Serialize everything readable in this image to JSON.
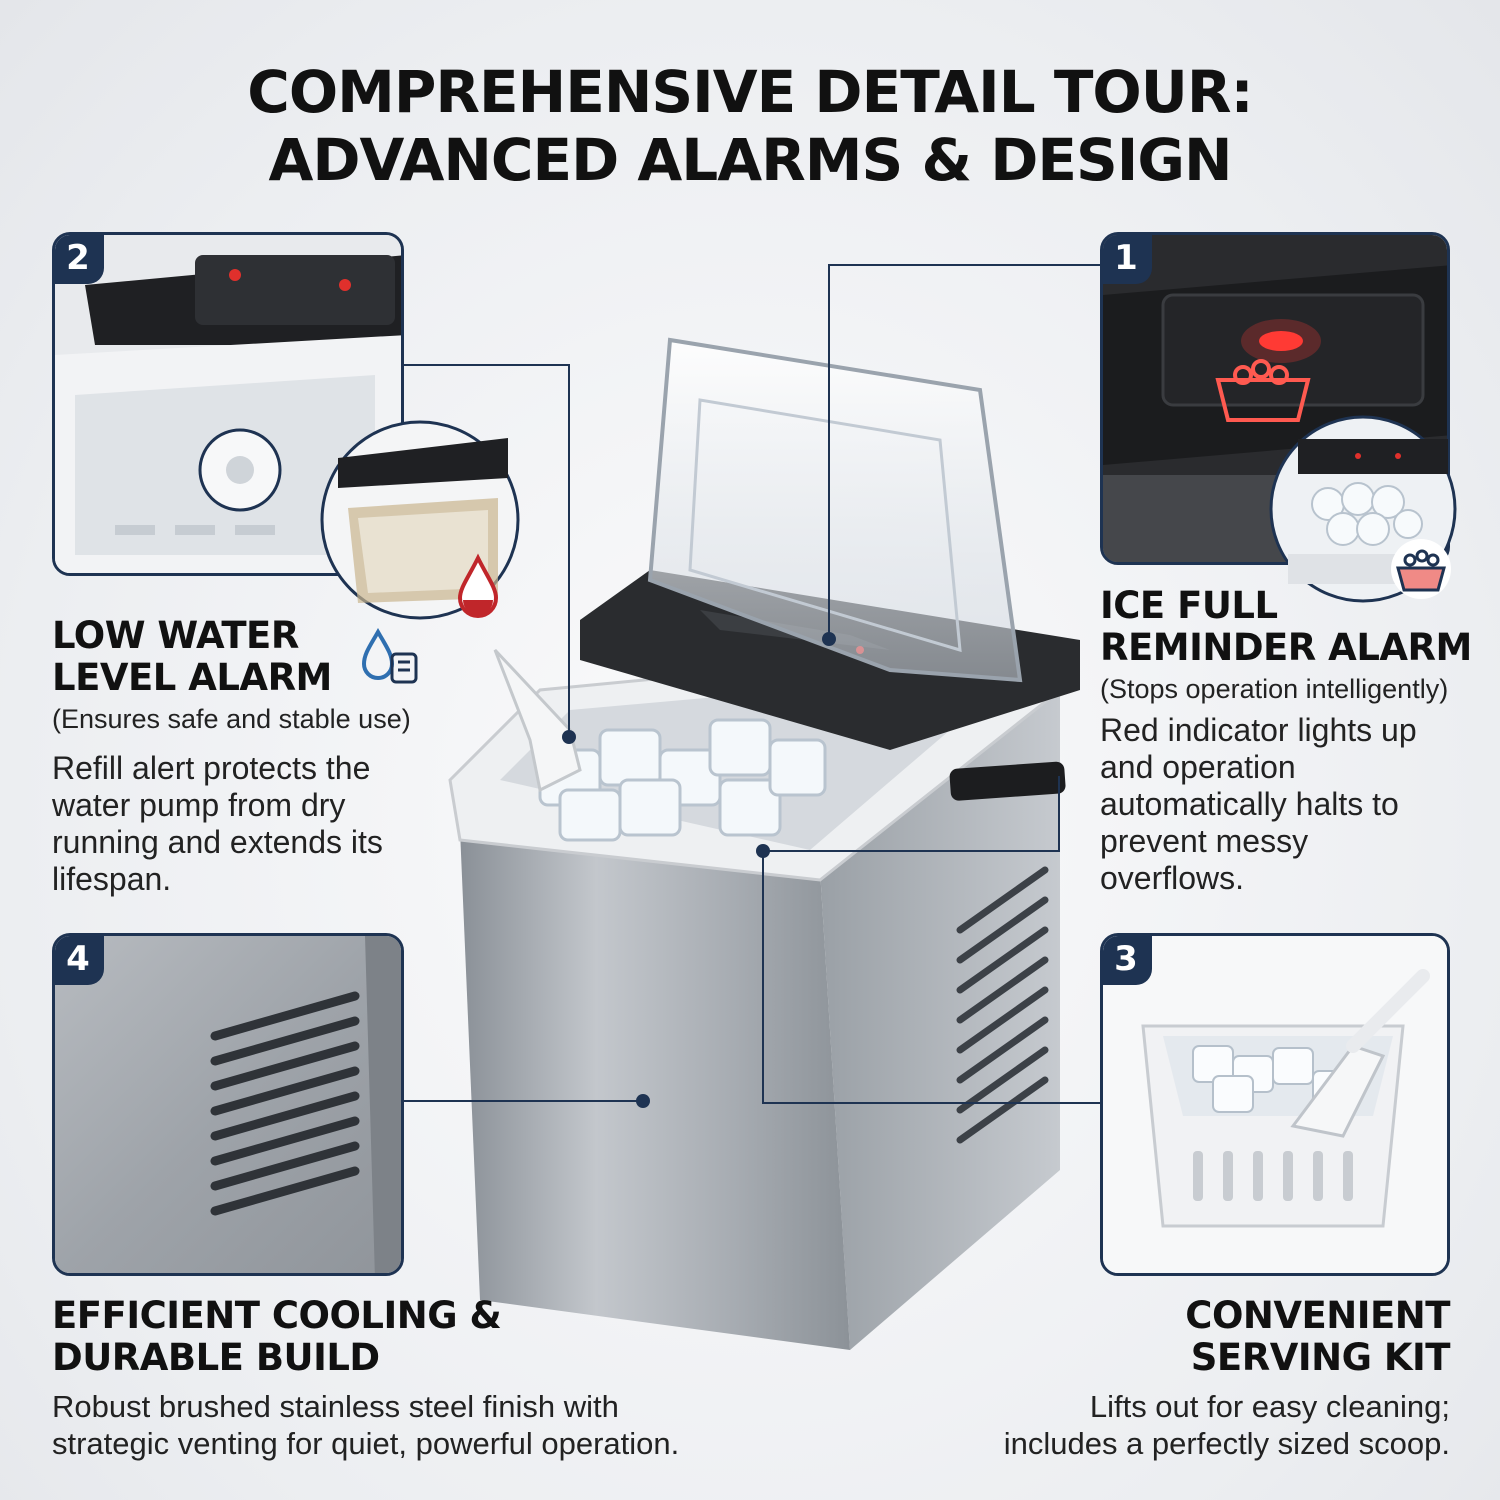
{
  "title": {
    "line1": "COMPREHENSIVE DETAIL TOUR:",
    "line2": "ADVANCED ALARMS & DESIGN"
  },
  "features": {
    "low_water": {
      "badge": "2",
      "heading1": "LOW WATER",
      "heading2": "LEVEL ALARM",
      "subtitle": "(Ensures safe and stable use)",
      "body": [
        "Refill alert protects the",
        "water pump from dry",
        "running and extends its",
        "lifespan."
      ]
    },
    "ice_full": {
      "badge": "1",
      "heading1": "ICE FULL",
      "heading2": "REMINDER ALARM",
      "subtitle": "(Stops operation intelligently)",
      "body": [
        "Red indicator lights up",
        "and operation",
        "automatically halts to",
        "prevent messy",
        "overflows."
      ]
    },
    "cooling": {
      "badge": "4",
      "heading1": "EFFICIENT COOLING &",
      "heading2": "DURABLE BUILD",
      "body": [
        "Robust brushed stainless steel finish with",
        "strategic venting for quiet, powerful operation."
      ]
    },
    "serving": {
      "badge": "3",
      "heading1": "CONVENIENT",
      "heading2": "SERVING KIT",
      "body": [
        "Lifts out for easy cleaning;",
        "includes a perfectly sized scoop."
      ]
    }
  },
  "colors": {
    "accent": "#1e3352",
    "alert_red": "#e0302c",
    "steel": "#a9aeb4"
  },
  "icons": [
    "water-drop-icon",
    "ice-basket-icon",
    "water-drop-level-icon"
  ]
}
